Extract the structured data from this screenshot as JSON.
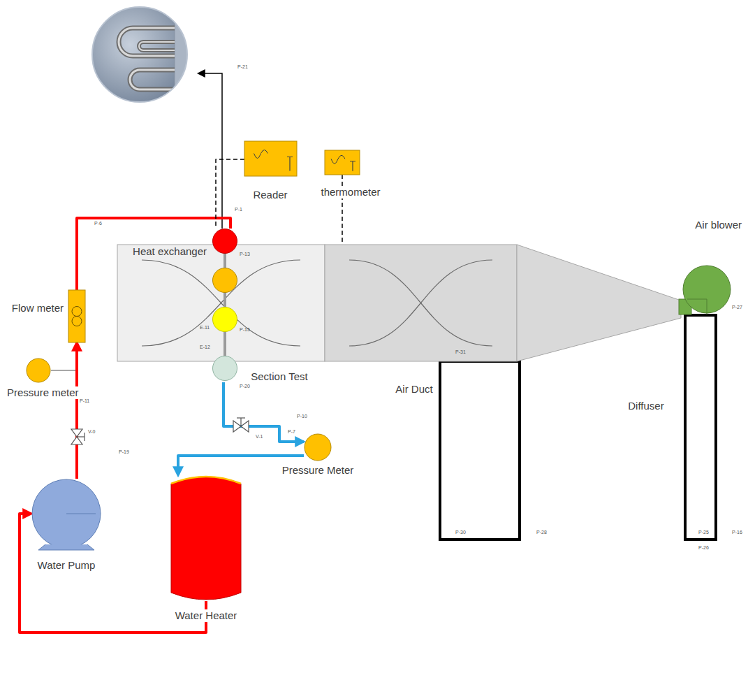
{
  "diagram": {
    "nodes": [
      {
        "text": [
          "Section Test"
        ]
      },
      {
        "text": [
          "Air Duct"
        ]
      },
      {
        "text": [
          "Diffuser"
        ]
      },
      {
        "text": [
          "Air blower"
        ]
      },
      {
        "text": [
          "Heat exchanger"
        ]
      },
      {
        "text": [
          "Reader"
        ]
      },
      {
        "text": [
          "thermometer"
        ]
      },
      {
        "text": [
          "Flow meter"
        ]
      },
      {
        "text": [
          "Pressure meter"
        ]
      },
      {
        "text": [
          "Pressure Meter"
        ]
      },
      {
        "text": [
          "Water Pump"
        ]
      },
      {
        "text": [
          "Water Heater"
        ]
      }
    ],
    "edges": [
      {
        "from": 11,
        "to": 10,
        "arrow": "to"
      },
      {
        "from": 10,
        "to": 7,
        "arrow": "to"
      },
      {
        "from": 7,
        "to": 4,
        "arrow": "none"
      },
      {
        "from": 4,
        "to": 9,
        "arrow": "to"
      },
      {
        "from": 9,
        "to": 11,
        "arrow": "to"
      },
      {
        "from": 5,
        "to": 4,
        "arrow": "none"
      },
      {
        "from": 6,
        "to": 1,
        "arrow": "none"
      }
    ],
    "labels": [
      "P-21",
      "P-1",
      "P-6",
      "P-13",
      "P-15",
      "E-11",
      "E-12",
      "P-20",
      "P-10",
      "V-1",
      "P-7",
      "P-11",
      "P-19",
      "V-0",
      "P-31",
      "P-30",
      "P-28",
      "P-27",
      "P-25",
      "P-26",
      "P-16"
    ]
  }
}
